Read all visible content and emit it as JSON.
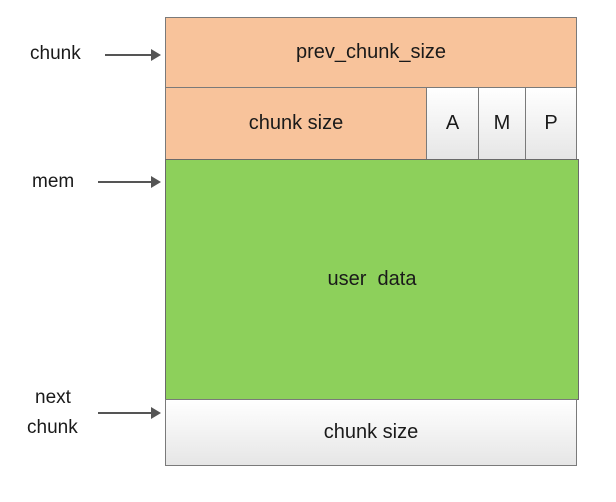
{
  "diagram": {
    "rows": {
      "prev_size": {
        "label": "prev_chunk_size",
        "color": "#f8c39b"
      },
      "size": {
        "label": "chunk size",
        "color": "#f8c39b"
      },
      "flags": [
        {
          "label": "A"
        },
        {
          "label": "M"
        },
        {
          "label": "P"
        }
      ],
      "user_data": {
        "label": "user  data",
        "color": "#8dd05b"
      },
      "next_size": {
        "label": "chunk size"
      }
    },
    "pointers": {
      "chunk": "chunk",
      "mem": "mem",
      "next_chunk_line1": "next",
      "next_chunk_line2": "chunk"
    }
  }
}
